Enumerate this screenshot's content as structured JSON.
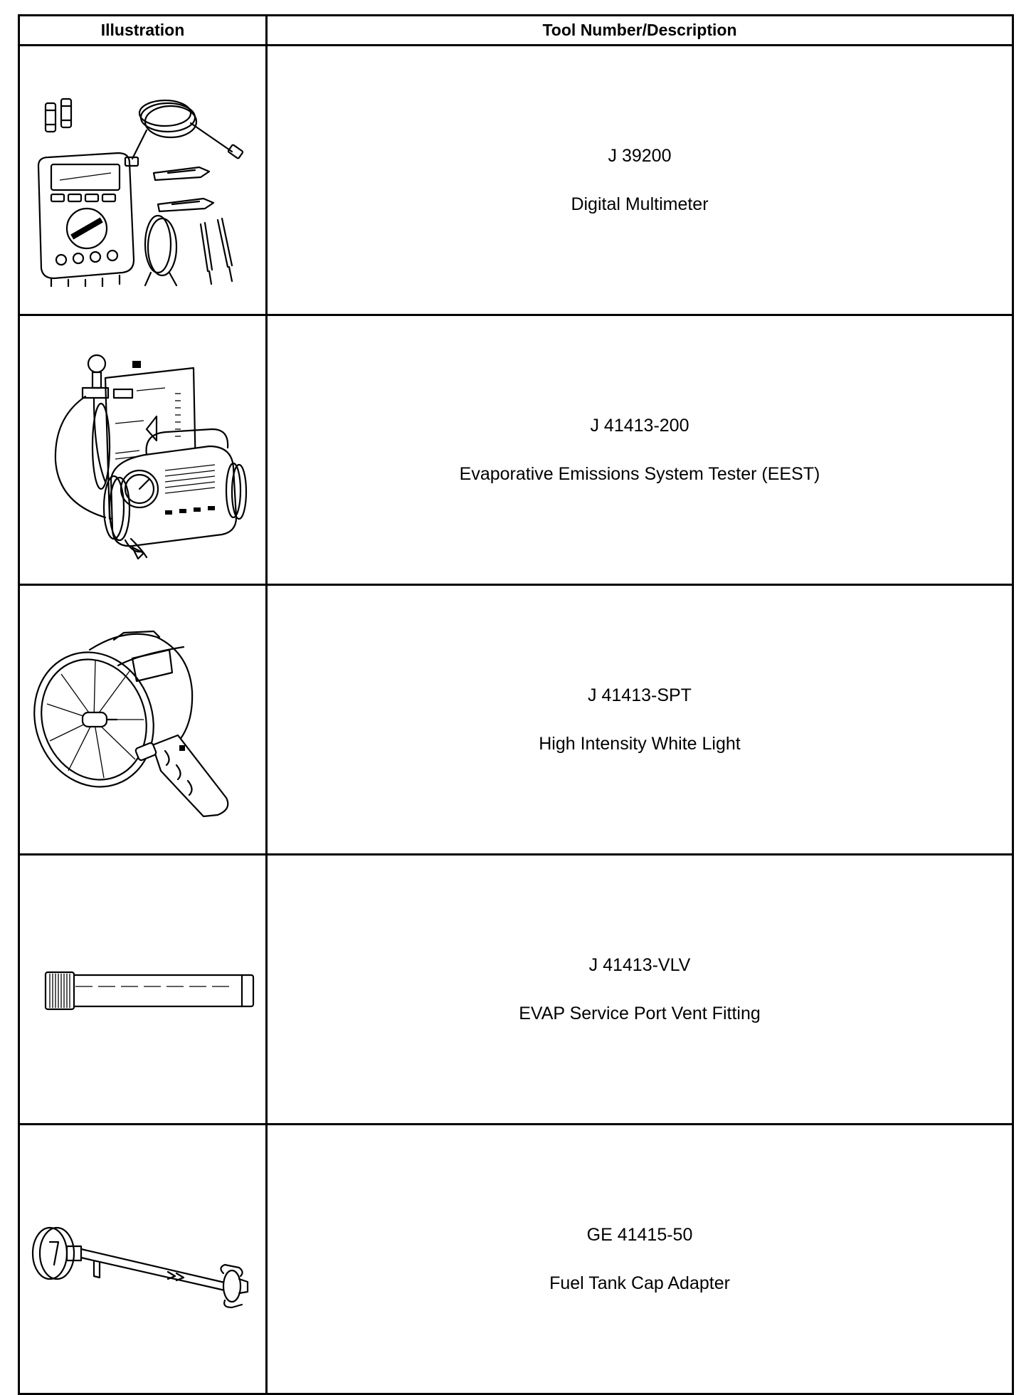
{
  "table": {
    "headers": {
      "illustration": "Illustration",
      "tool_description": "Tool Number/Description"
    },
    "rows": [
      {
        "number": "J 39200",
        "description": "Digital Multimeter",
        "icon": "digital-multimeter-icon"
      },
      {
        "number": "J 41413-200",
        "description": "Evaporative Emissions System Tester (EEST)",
        "icon": "evap-tester-icon"
      },
      {
        "number": "J 41413-SPT",
        "description": "High Intensity White Light",
        "icon": "spotlight-icon"
      },
      {
        "number": "J 41413-VLV",
        "description": "EVAP Service Port Vent Fitting",
        "icon": "vent-fitting-icon"
      },
      {
        "number": "GE 41415-50",
        "description": "Fuel Tank Cap Adapter",
        "icon": "cap-adapter-icon"
      }
    ]
  }
}
